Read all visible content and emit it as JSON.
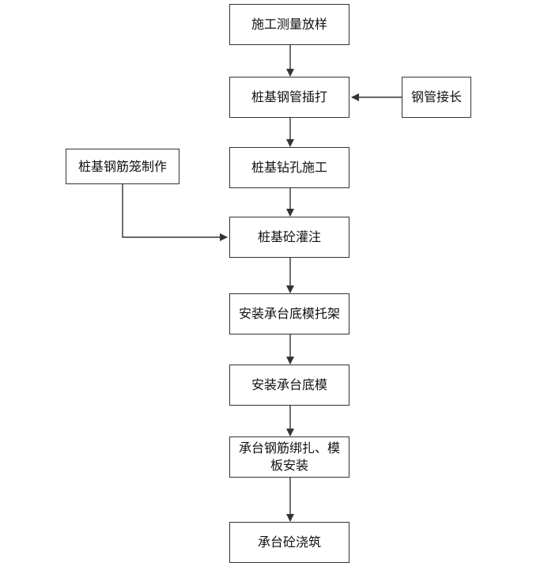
{
  "flowchart": {
    "steps": [
      "施工测量放样",
      "桩基钢管插打",
      "桩基钻孔施工",
      "桩基砼灌注",
      "安装承台底模托架",
      "安装承台底模",
      "承台钢筋绑扎、模板安装",
      "承台砼浇筑"
    ],
    "side_inputs": {
      "right": "钢管接长",
      "left": "桩基钢筋笼制作"
    }
  }
}
